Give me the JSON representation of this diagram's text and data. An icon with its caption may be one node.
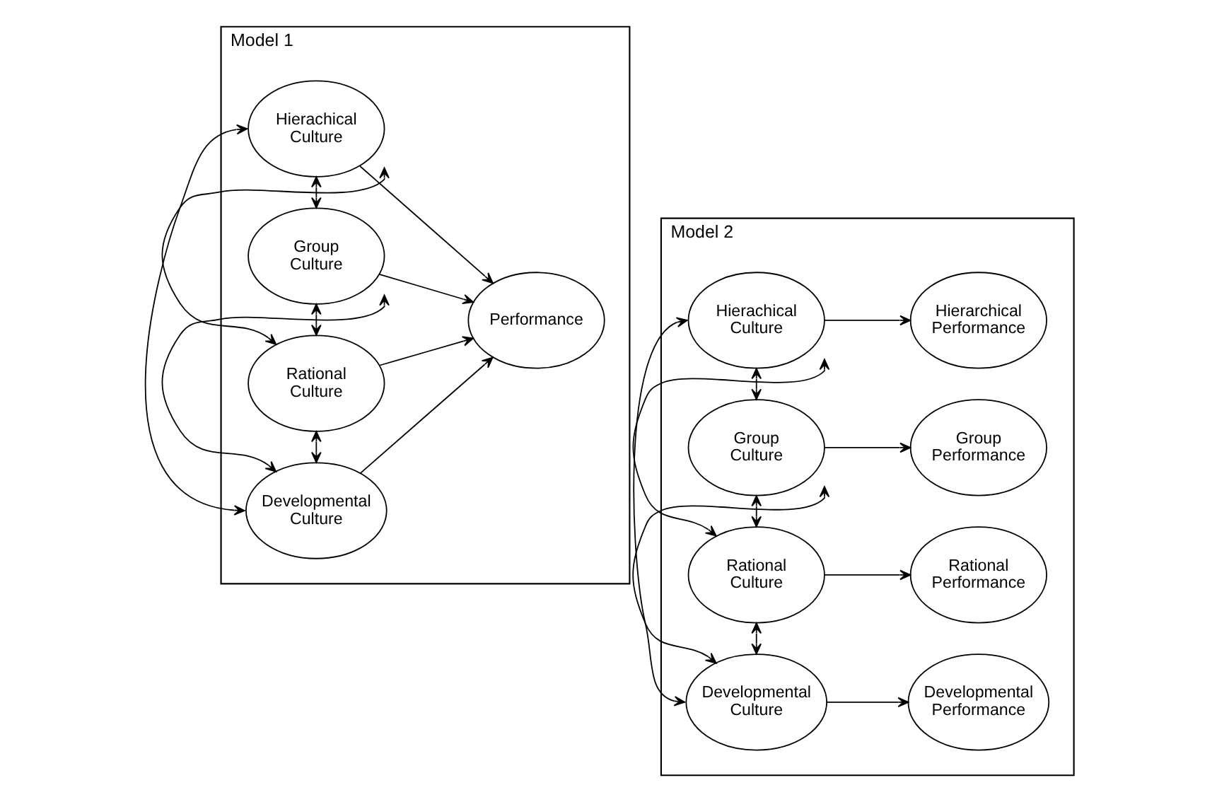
{
  "diagram": {
    "nodes": [
      {
        "text": [
          "Model 1"
        ]
      },
      {
        "text": [
          "Hierachical Culture"
        ],
        "in": 0
      },
      {
        "text": [
          "Group Culture"
        ],
        "in": 0
      },
      {
        "text": [
          "Rational Culture"
        ],
        "in": 0
      },
      {
        "text": [
          "Developmental Culture"
        ],
        "in": 0
      },
      {
        "text": [
          "Performance"
        ],
        "in": 0
      },
      {
        "text": [
          "Model 2"
        ]
      },
      {
        "text": [
          "Hierachical Culture"
        ],
        "in": 6
      },
      {
        "text": [
          "Hierarchical Performance"
        ],
        "in": 6
      },
      {
        "text": [
          "Group Culture"
        ],
        "in": 6
      },
      {
        "text": [
          "Group Performance"
        ],
        "in": 6
      },
      {
        "text": [
          "Rational Culture"
        ],
        "in": 6
      },
      {
        "text": [
          "Rational Performance"
        ],
        "in": 6
      },
      {
        "text": [
          "Developmental Culture"
        ],
        "in": 6
      },
      {
        "text": [
          "Developmental Performance"
        ],
        "in": 6
      }
    ],
    "edges": [
      {
        "from": 1,
        "to": 2,
        "arrow": "both"
      },
      {
        "from": 2,
        "to": 3,
        "arrow": "both"
      },
      {
        "from": 3,
        "to": 4,
        "arrow": "both"
      },
      {
        "from": 1,
        "to": 3,
        "arrow": "both"
      },
      {
        "from": 2,
        "to": 4,
        "arrow": "both"
      },
      {
        "from": 1,
        "to": 4,
        "arrow": "both"
      },
      {
        "from": 1,
        "to": 5,
        "arrow": "to"
      },
      {
        "from": 2,
        "to": 5,
        "arrow": "to"
      },
      {
        "from": 3,
        "to": 5,
        "arrow": "to"
      },
      {
        "from": 4,
        "to": 5,
        "arrow": "to"
      },
      {
        "from": 7,
        "to": 9,
        "arrow": "both"
      },
      {
        "from": 9,
        "to": 11,
        "arrow": "both"
      },
      {
        "from": 11,
        "to": 13,
        "arrow": "both"
      },
      {
        "from": 7,
        "to": 11,
        "arrow": "both"
      },
      {
        "from": 9,
        "to": 13,
        "arrow": "both"
      },
      {
        "from": 7,
        "to": 13,
        "arrow": "both"
      },
      {
        "from": 7,
        "to": 8,
        "arrow": "to"
      },
      {
        "from": 9,
        "to": 10,
        "arrow": "to"
      },
      {
        "from": 11,
        "to": 12,
        "arrow": "to"
      },
      {
        "from": 13,
        "to": 14,
        "arrow": "to"
      }
    ]
  }
}
